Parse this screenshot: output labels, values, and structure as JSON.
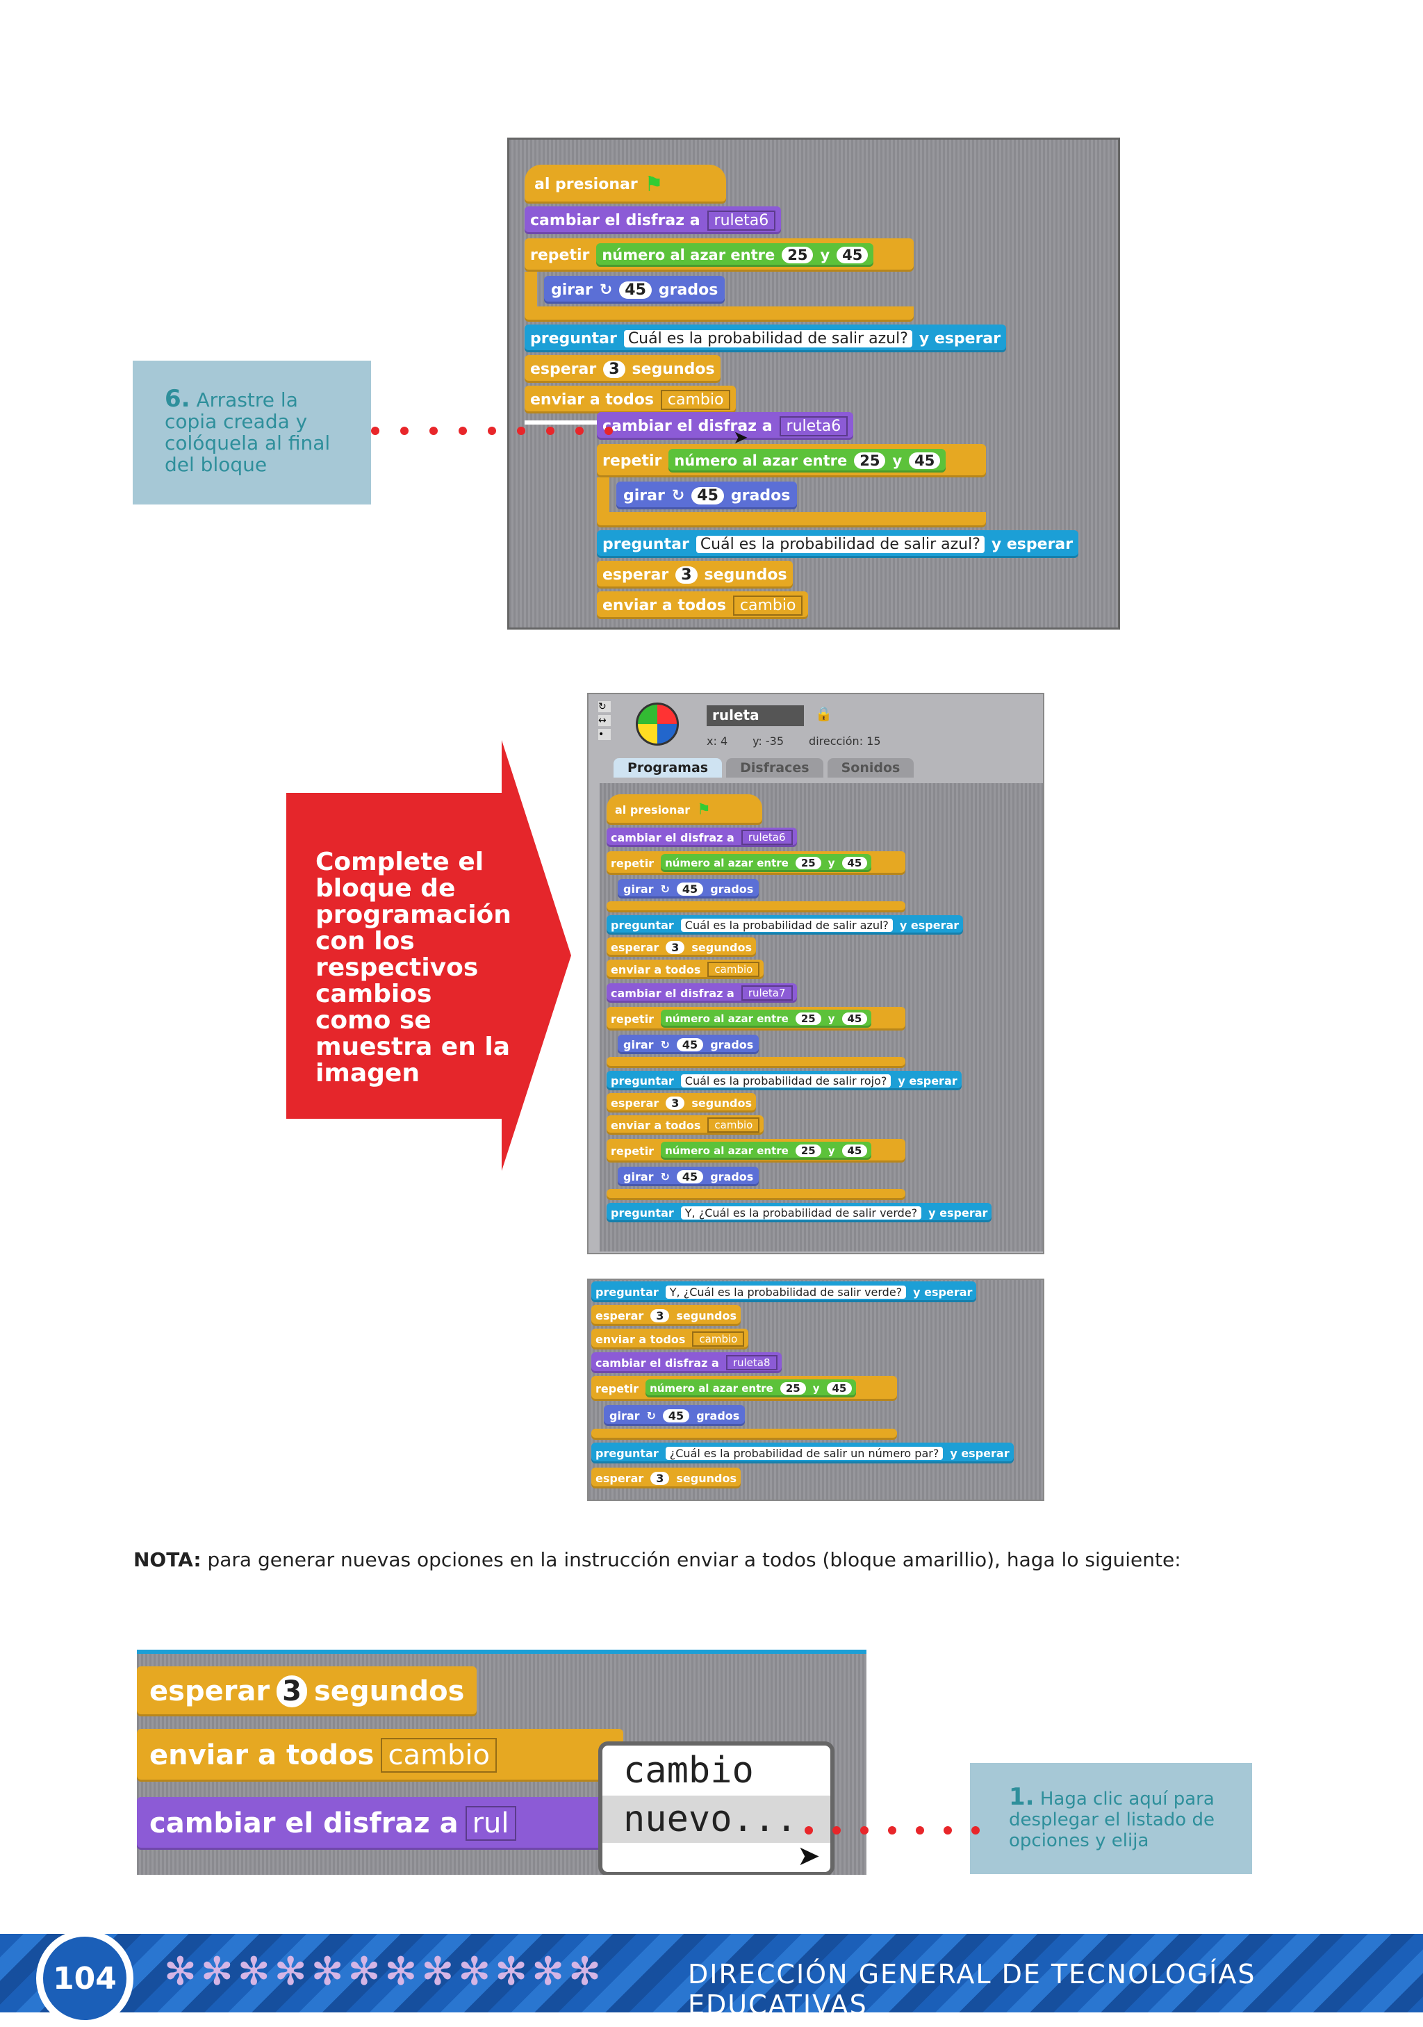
{
  "callout6": {
    "num": "6.",
    "text": "Arrastre la copia creada y colóquela al final del bloque"
  },
  "callout1": {
    "num": "1.",
    "text": "Haga clic aquí para desplegar el listado de opciones y elija"
  },
  "red_arrow": {
    "text": "Complete el bloque de programación con los respectivos cambios como se muestra en la imagen"
  },
  "nota": {
    "label": "NOTA:",
    "text": "para generar nuevas opciones en la instrucción enviar a todos (bloque amarillio), haga lo siguiente:"
  },
  "sprite": {
    "name": "ruleta",
    "x": "x: 4",
    "y": "y: -35",
    "dir": "dirección: 15"
  },
  "tabs": [
    "Programas",
    "Disfraces",
    "Sonidos"
  ],
  "blocks": {
    "when_flag": "al presionar",
    "switch_costume": "cambiar el disfraz a",
    "repeat": "repetir",
    "random": "número al azar entre",
    "and": "y",
    "turn": "girar",
    "degrees": "grados",
    "ask": "preguntar",
    "and_wait": "y esperar",
    "wait": "esperar",
    "seconds": "segundos",
    "broadcast": "enviar a todos",
    "n25": "25",
    "n45": "45",
    "n3": "3",
    "ruleta6": "ruleta6",
    "ruleta7": "ruleta7",
    "ruleta8": "ruleta8",
    "rul": "rul",
    "cambio": "cambio",
    "nuevo": "nuevo...",
    "q_azul": "Cuál es la probabilidad de salir azul?",
    "q_rojo": "Cuál es la probabilidad de salir rojo?",
    "q_verde": "Y, ¿Cuál es la probabilidad de salir verde?",
    "q_par": "¿Cuál es la probabilidad de salir un número par?"
  },
  "footer": {
    "page": "104",
    "title": "DIRECCIÓN GENERAL DE TECNOLOGÍAS EDUCATIVAS"
  }
}
